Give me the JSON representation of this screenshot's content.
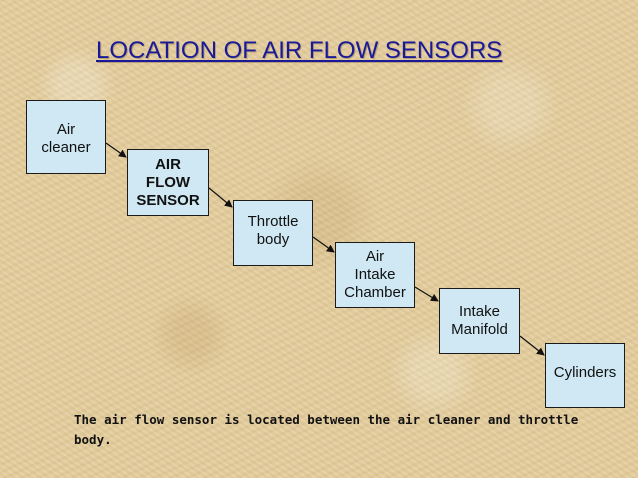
{
  "title": "LOCATION OF AIR FLOW SENSORS",
  "boxes": [
    {
      "label": "Air\ncleaner"
    },
    {
      "label": "AIR\nFLOW\nSENSOR"
    },
    {
      "label": "Throttle\nbody"
    },
    {
      "label": "Air\nIntake\nChamber"
    },
    {
      "label": "Intake\nManifold"
    },
    {
      "label": "Cylinders"
    }
  ],
  "caption": "The air flow sensor is located between the air cleaner and throttle body.",
  "colors": {
    "title": "#1a1a99",
    "box_fill": "#cfe8f4",
    "background": "#e6cf9e"
  }
}
